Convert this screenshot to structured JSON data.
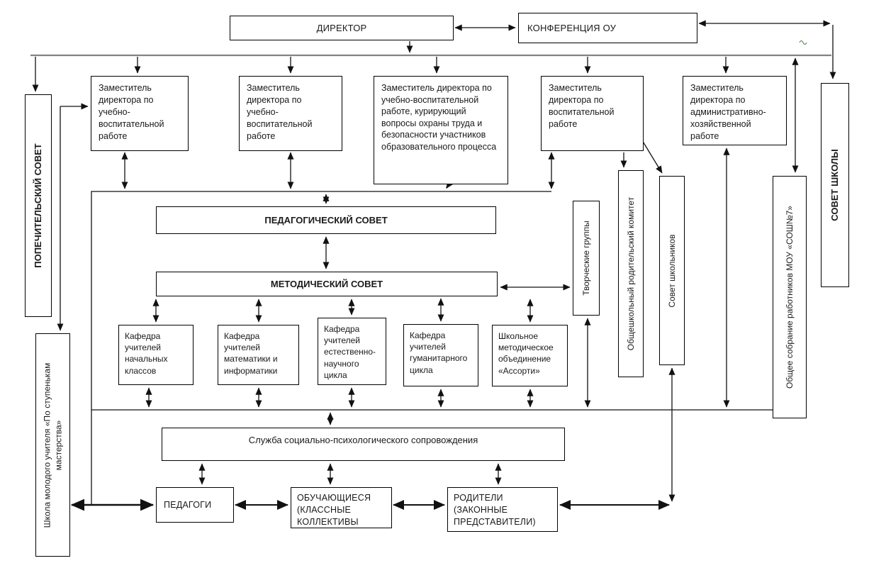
{
  "nodes": {
    "director": "ДИРЕКТОР",
    "conference": "КОНФЕРЕНЦИЯ ОУ",
    "deputy_uvr1": "Заместитель директора по учебно-воспитательной работе",
    "deputy_uvr2": "Заместитель директора по учебно-воспитательной работе",
    "deputy_safety": "Заместитель директора по учебно-воспитательной работе, курирующий вопросы охраны труда и безопасности участников образовательного процесса",
    "deputy_vr": "Заместитель директора по воспитательной работе",
    "deputy_ahr": "Заместитель директора по административно-хозяйственной работе",
    "trustees_council": "ПОПЕЧИТЕЛЬСКИЙ СОВЕТ",
    "school_council": "СОВЕТ ШКОЛЫ",
    "pedagogical_council": "ПЕДАГОГИЧЕСКИЙ СОВЕТ",
    "methodical_council": "МЕТОДИЧЕСКИЙ СОВЕТ",
    "kaf_primary": "Кафедра учителей начальных классов",
    "kaf_math": "Кафедра учителей математики и информатики",
    "kaf_science": "Кафедра учителей естественно-научного цикла",
    "kaf_humanities": "Кафедра учителей гуманитарного цикла",
    "assorti": "Школьное методическое объединение «Ассорти»",
    "creative_groups": "Творческие группы",
    "parent_committee": "Общешкольный родительский комитет",
    "student_council": "Совет школьников",
    "staff_assembly": "Общее собрание работников МОУ «СОШ№7»",
    "young_teacher_school": "Школа молодого учителя «По ступенькам мастерства»",
    "support_service": "Служба социально-психологического сопровождения",
    "teachers": "ПЕДАГОГИ",
    "students": "ОБУЧАЮЩИЕСЯ (КЛАССНЫЕ КОЛЛЕКТИВЫ",
    "parents": "РОДИТЕЛИ (ЗАКОННЫЕ ПРЕДСТАВИТЕЛИ)"
  }
}
